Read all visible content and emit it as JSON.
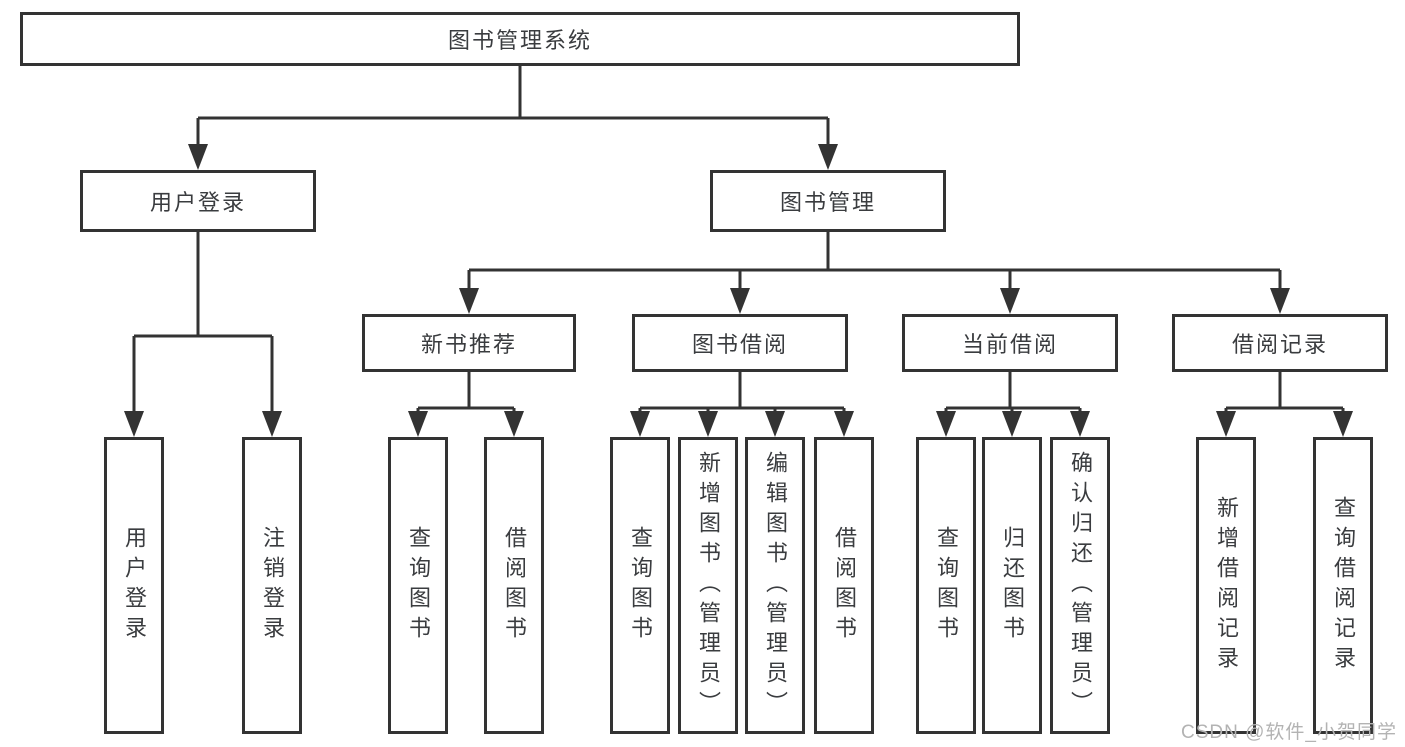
{
  "nodes": {
    "root": "图书管理系统",
    "user_login": "用户登录",
    "book_mgmt": "图书管理",
    "new_book_rec": "新书推荐",
    "book_borrow": "图书借阅",
    "current_borrow": "当前借阅",
    "borrow_records": "借阅记录",
    "ul_user_login": "用户登录",
    "ul_logout": "注销登录",
    "nb_query_book": "查询图书",
    "nb_borrow_book": "借阅图书",
    "bb_query_book": "查询图书",
    "bb_add_book": "新增图书（管理员）",
    "bb_edit_book": "编辑图书（管理员）",
    "bb_borrow_book": "借阅图书",
    "cb_query_book": "查询图书",
    "cb_return_book": "归还图书",
    "cb_confirm_return": "确认归还（管理员）",
    "br_add_record": "新增借阅记录",
    "br_query_record": "查询借阅记录"
  },
  "hierarchy": {
    "root": [
      "user_login",
      "book_mgmt"
    ],
    "user_login": [
      "ul_user_login",
      "ul_logout"
    ],
    "book_mgmt": [
      "new_book_rec",
      "book_borrow",
      "current_borrow",
      "borrow_records"
    ],
    "new_book_rec": [
      "nb_query_book",
      "nb_borrow_book"
    ],
    "book_borrow": [
      "bb_query_book",
      "bb_add_book",
      "bb_edit_book",
      "bb_borrow_book"
    ],
    "current_borrow": [
      "cb_query_book",
      "cb_return_book",
      "cb_confirm_return"
    ],
    "borrow_records": [
      "br_add_record",
      "br_query_record"
    ]
  },
  "watermark": "CSDN @软件_小贺同学",
  "colors": {
    "border": "#333333",
    "text": "#3a3c3f",
    "watermark": "#b3b3b3",
    "background": "#ffffff"
  }
}
